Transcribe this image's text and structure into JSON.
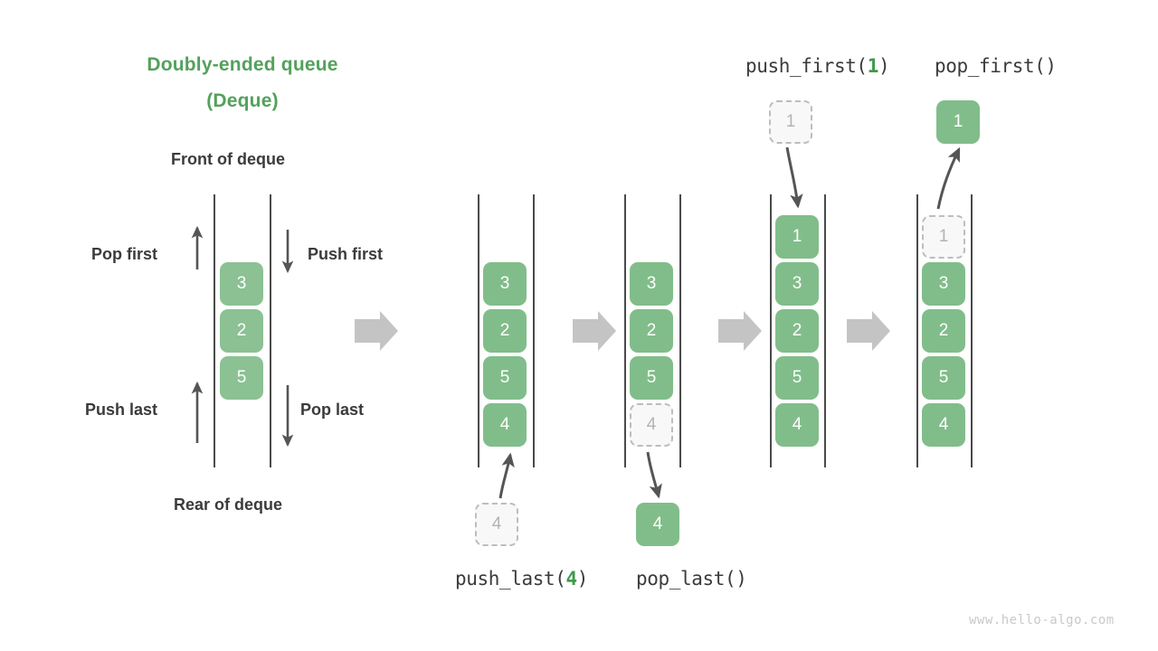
{
  "title": {
    "line1": "Doubly-ended queue",
    "line2": "(Deque)"
  },
  "labels": {
    "front_of_deque": "Front of deque",
    "rear_of_deque": "Rear of deque",
    "pop_first": "Pop first",
    "push_first": "Push first",
    "push_last": "Push last",
    "pop_last": "Pop last"
  },
  "operations": {
    "push_last": {
      "name": "push_last(",
      "arg": "4",
      "close": ")"
    },
    "pop_last": {
      "name": "pop_last()"
    },
    "push_first": {
      "name": "push_first(",
      "arg": "1",
      "close": ")"
    },
    "pop_first": {
      "name": "pop_first()"
    }
  },
  "panels": [
    {
      "name": "overview",
      "items": [
        "3",
        "2",
        "5"
      ]
    },
    {
      "name": "after-push-last",
      "items": [
        "3",
        "2",
        "5",
        "4"
      ],
      "external": "4"
    },
    {
      "name": "before-pop-last",
      "items": [
        "3",
        "2",
        "5",
        "4"
      ],
      "external": "4"
    },
    {
      "name": "after-push-first",
      "items": [
        "1",
        "3",
        "2",
        "5",
        "4"
      ],
      "external": "1"
    },
    {
      "name": "before-pop-first",
      "items": [
        "1",
        "3",
        "2",
        "5",
        "4"
      ],
      "external": "1"
    }
  ],
  "nodes": {
    "p1_a": "3",
    "p1_b": "2",
    "p1_c": "5",
    "p2_a": "3",
    "p2_b": "2",
    "p2_c": "5",
    "p2_d": "4",
    "p2_ghost": "4",
    "p3_a": "3",
    "p3_b": "2",
    "p3_c": "5",
    "p3_ghost": "4",
    "p3_out": "4",
    "p4_ghost": "1",
    "p4_a": "1",
    "p4_b": "3",
    "p4_c": "2",
    "p4_d": "5",
    "p4_e": "4",
    "p5_out": "1",
    "p5_ghost": "1",
    "p5_b": "3",
    "p5_c": "2",
    "p5_d": "5",
    "p5_e": "4"
  },
  "colors": {
    "accent_green": "#81bd8a",
    "title_green": "#53a15c",
    "text_dark": "#3b3b3b",
    "ghost_border": "#bdbdbd",
    "fat_arrow": "#c4c4c4",
    "thin_arrow": "#555555",
    "rail": "#4a4a4a"
  },
  "watermark": "www.hello-algo.com"
}
